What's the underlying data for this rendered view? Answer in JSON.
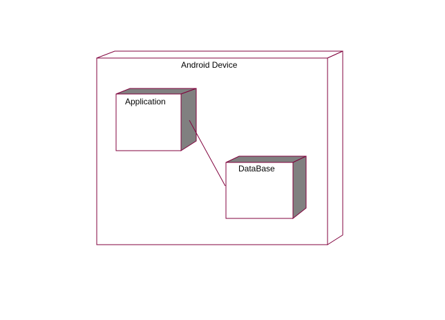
{
  "diagram": {
    "type": "uml-deployment",
    "outer_node": {
      "label": "Android Device"
    },
    "nodes": [
      {
        "id": "application",
        "label": "Application"
      },
      {
        "id": "database",
        "label": "DataBase"
      }
    ],
    "connections": [
      {
        "from": "application",
        "to": "database"
      }
    ]
  },
  "colors": {
    "outline": "#80003c",
    "shadow": "#808080",
    "face": "#ffffff",
    "text": "#000000"
  }
}
